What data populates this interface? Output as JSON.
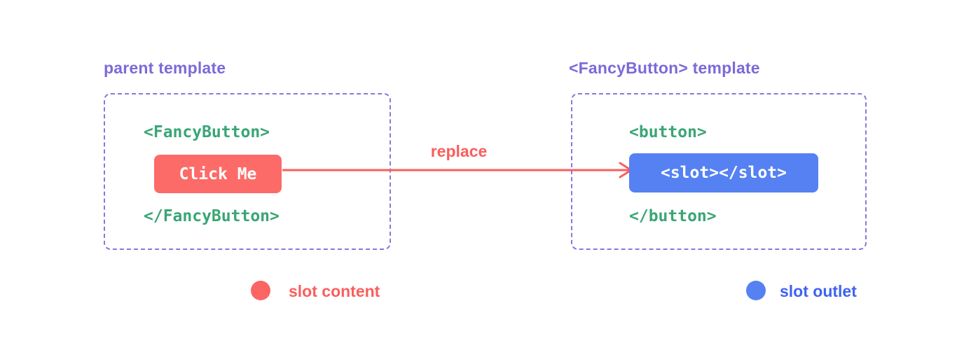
{
  "diagram": {
    "left_panel": {
      "title": "parent template",
      "code_open": "<FancyButton>",
      "slot_content_label": "Click Me",
      "code_close": "</FancyButton>"
    },
    "arrow": {
      "label": "replace"
    },
    "right_panel": {
      "title": "<FancyButton> template",
      "code_open": "<button>",
      "slot_outlet_label": "<slot></slot>",
      "code_close": "</button>"
    },
    "legend": [
      {
        "label": "slot content",
        "color": "#fb6564"
      },
      {
        "label": "slot outlet",
        "color": "#5581f2"
      }
    ],
    "colors": {
      "purple_label": "#7d69d8",
      "purple_border": "#8a77dd",
      "green_code": "#3aa675",
      "red_accent": "#fc6b68",
      "blue_accent": "#5581f2",
      "background": "#ffffff"
    }
  }
}
